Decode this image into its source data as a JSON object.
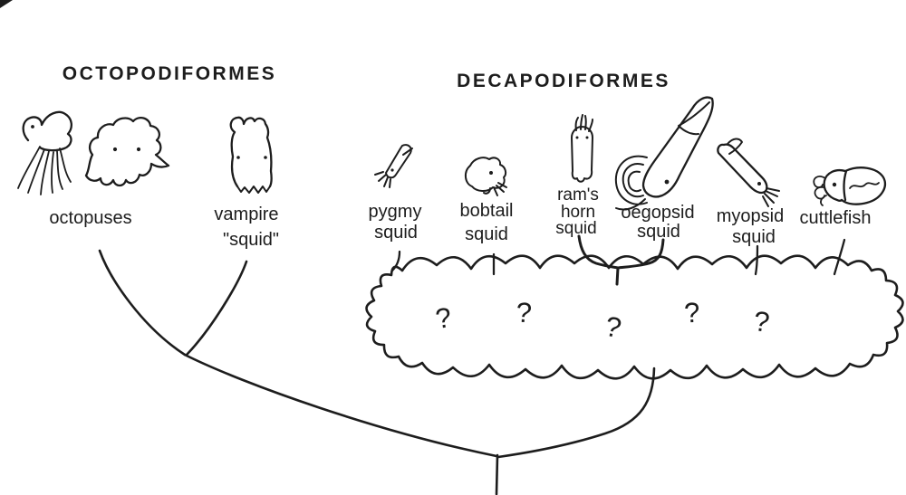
{
  "ink": "#1d1d1d",
  "background": "#ffffff",
  "groups": [
    {
      "title": "OCTOPODIFORMES",
      "taxa_ids": [
        "octopuses",
        "vampire-squid"
      ]
    },
    {
      "title": "DECAPODIFORMES",
      "taxa_ids": [
        "pygmy-squid",
        "bobtail-squid",
        "rams-horn-squid",
        "oegopsid-squid",
        "myopsid-squid",
        "cuttlefish"
      ]
    }
  ],
  "taxa": [
    {
      "id": "octopuses",
      "lines": [
        "octopuses"
      ]
    },
    {
      "id": "vampire-squid",
      "lines": [
        "vampire",
        "\"squid\""
      ]
    },
    {
      "id": "pygmy-squid",
      "lines": [
        "pygmy",
        "squid"
      ]
    },
    {
      "id": "bobtail-squid",
      "lines": [
        "bobtail",
        "squid"
      ]
    },
    {
      "id": "rams-horn-squid",
      "lines": [
        "ram's",
        "horn",
        "squid"
      ]
    },
    {
      "id": "oegopsid-squid",
      "lines": [
        "oegopsid",
        "squid"
      ]
    },
    {
      "id": "myopsid-squid",
      "lines": [
        "myopsid",
        "squid"
      ]
    },
    {
      "id": "cuttlefish",
      "lines": [
        "cuttlefish"
      ]
    }
  ],
  "uncertainty": {
    "marks": [
      "?",
      "?",
      "?",
      "?",
      "?"
    ]
  }
}
